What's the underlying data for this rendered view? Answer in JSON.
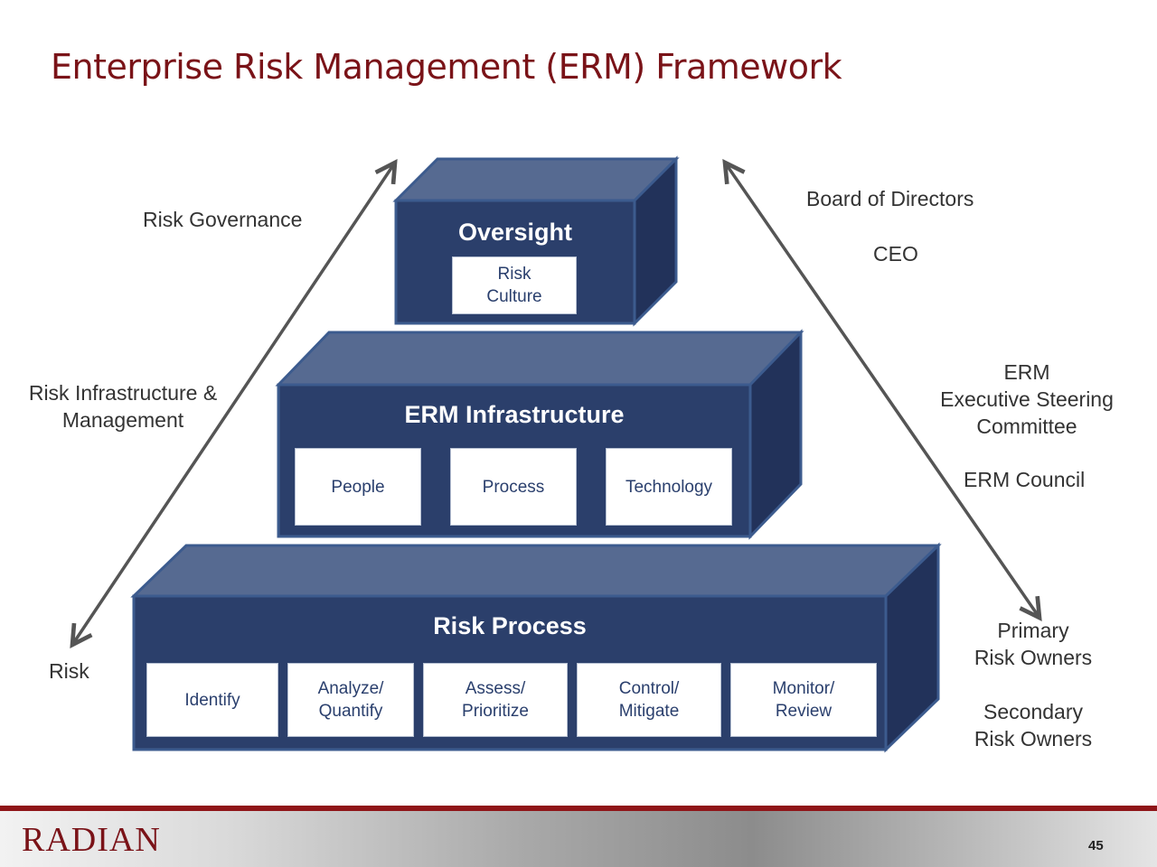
{
  "slide": {
    "title": "Enterprise Risk Management (ERM) Framework",
    "page_number": "45",
    "brand": "RADIAN"
  },
  "left_labels": {
    "governance": "Risk Governance",
    "infrastructure": "Risk Infrastructure &\nManagement",
    "risk": "Risk"
  },
  "right_labels": {
    "board": "Board of Directors",
    "ceo": "CEO",
    "committee": "ERM\nExecutive Steering\nCommittee",
    "council": "ERM Council",
    "primary": "Primary\nRisk Owners",
    "secondary": "Secondary\nRisk Owners"
  },
  "tiers": {
    "oversight": {
      "title": "Oversight",
      "items": [
        "Risk\nCulture"
      ]
    },
    "infrastructure": {
      "title": "ERM Infrastructure",
      "items": [
        "People",
        "Process",
        "Technology"
      ]
    },
    "process": {
      "title": "Risk Process",
      "items": [
        "Identify",
        "Analyze/\nQuantify",
        "Assess/\nPrioritize",
        "Control/\nMitigate",
        "Monitor/\nReview"
      ]
    }
  },
  "colors": {
    "front": "#2b3f6b",
    "top": "#566a91",
    "side": "#22325a",
    "edge": "#3c5b8e",
    "title": "#7a1318",
    "arrow": "#555555"
  }
}
